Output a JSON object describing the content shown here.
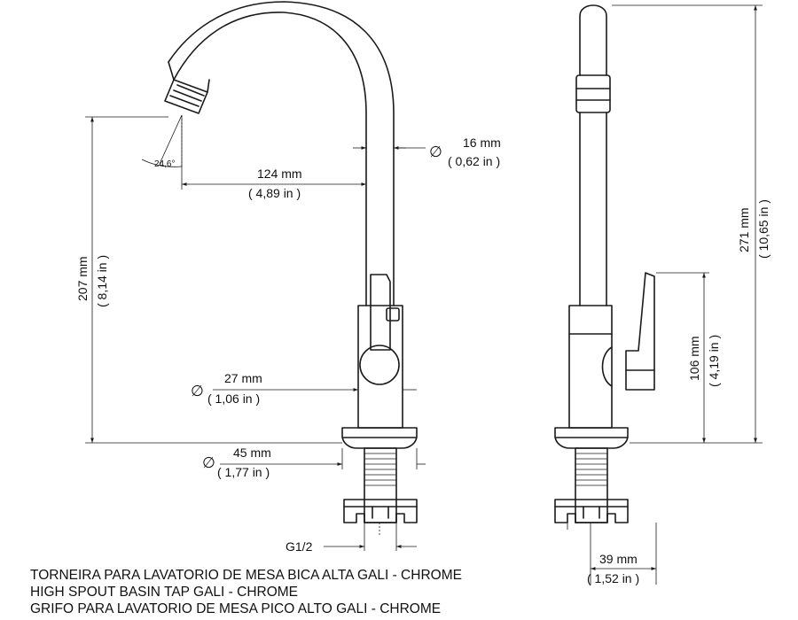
{
  "dimensions": {
    "spout_width": {
      "mm": "16 mm",
      "in": "( 0,62 in )"
    },
    "spout_reach": {
      "mm": "124 mm",
      "in": "( 4,89 in )"
    },
    "spout_height": {
      "mm": "207 mm",
      "in": "( 8,14 in )"
    },
    "body_diameter": {
      "mm": "27 mm",
      "in": "( 1,06 in )"
    },
    "base_diameter": {
      "mm": "45 mm",
      "in": "( 1,77 in )"
    },
    "thread": {
      "label": "G1/2"
    },
    "total_height": {
      "mm": "271 mm",
      "in": "( 10,65 in )"
    },
    "lever_height": {
      "mm": "106 mm",
      "in": "( 4,19 in )"
    },
    "side_base": {
      "mm": "39 mm",
      "in": "( 1,52 in )"
    },
    "angle": {
      "label": "24,6°"
    }
  },
  "diameter_symbol": "∅",
  "captions": [
    "TORNEIRA PARA LAVATORIO DE MESA BICA ALTA GALI - CHROME",
    "HIGH SPOUT BASIN TAP GALI - CHROME",
    "GRIFO PARA LAVATORIO DE MESA PICO ALTO GALI - CHROME"
  ]
}
